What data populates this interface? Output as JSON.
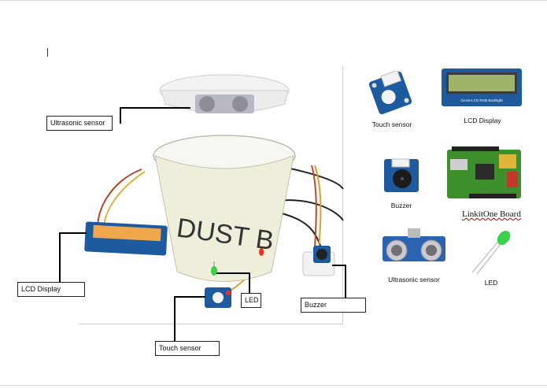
{
  "callouts": {
    "ultrasonic": "Ultrasonic sensor",
    "lcd": "LCD Display",
    "led": "LED",
    "buzzer": "Buzzer",
    "touch": "Touch sensor"
  },
  "cup_text": "DUST B",
  "lcd_screen_text": "Grove-LCD RGB Backlight",
  "parts": {
    "touch": "Touch sensor",
    "lcd": "LCD Display",
    "buzzer": "Buzzer",
    "linkit": "LinkitOne Board",
    "ultrasonic": "Ultrasonic sensor",
    "led": "LED"
  },
  "colors": {
    "grove_blue": "#1d5a9e",
    "board_green": "#3c8f2a",
    "lcd_screen": "#9fb36a",
    "cup": "#eeeedb",
    "led_green": "#3bd04b",
    "led_red": "#ff2a1a"
  }
}
